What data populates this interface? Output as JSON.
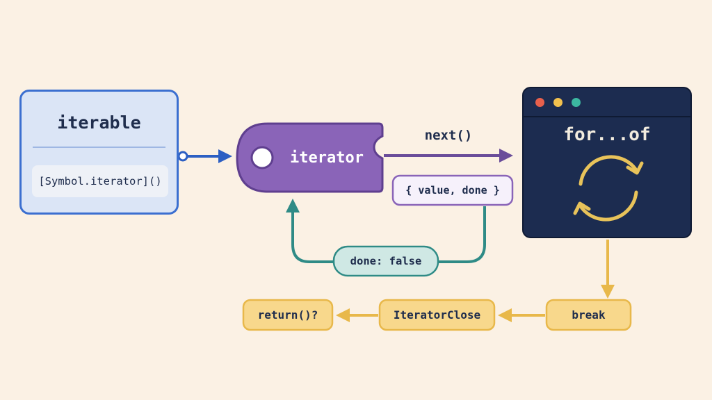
{
  "iterable": {
    "title": "iterable",
    "method": "[Symbol.iterator]()"
  },
  "iterator": {
    "label": "iterator"
  },
  "next_label": "next()",
  "result_object": "{ value, done }",
  "done_false": "done: false",
  "loop": {
    "title": "for...of",
    "window_dots": [
      "#e8604c",
      "#f2c14e",
      "#3cb8a0"
    ]
  },
  "break_label": "break",
  "iterator_close": "IteratorClose",
  "return_label": "return()?",
  "colors": {
    "background": "#fbf1e4",
    "iterable_border": "#3b6fd0",
    "iterator_fill": "#8a64b8",
    "loop_arrow": "#e8c35a",
    "done_arrow": "#2f8b86",
    "window_fill": "#1c2c50"
  }
}
